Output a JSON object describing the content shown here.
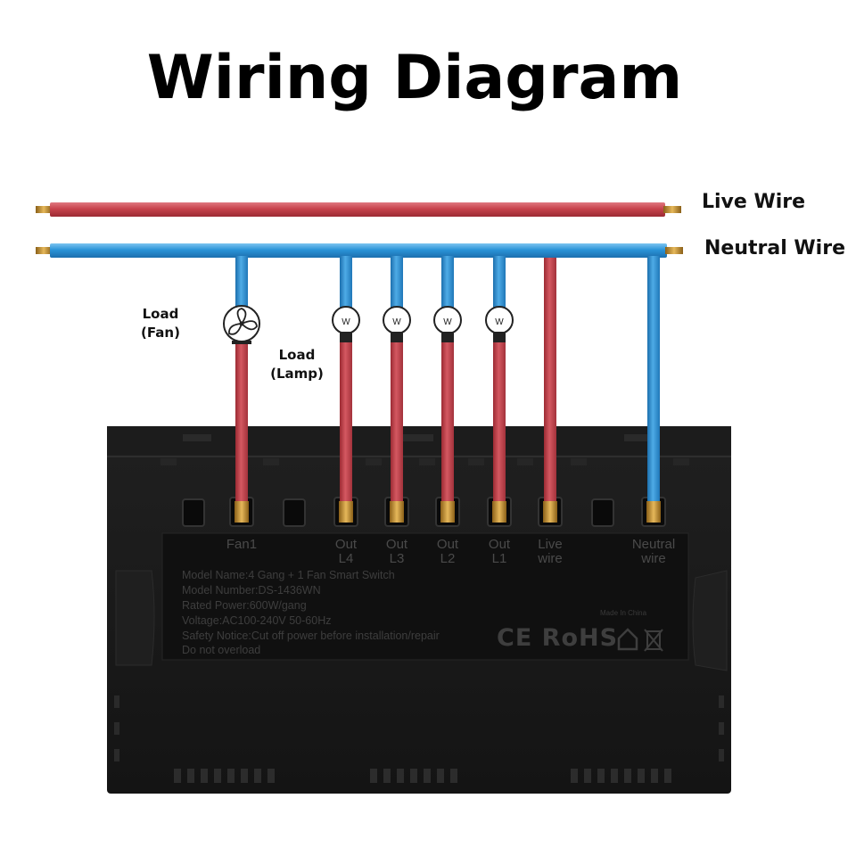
{
  "title": "Wiring Diagram",
  "wires": {
    "live_label": "Live Wire",
    "neutral_label": "Neutral Wire",
    "live_color": "#c8434d",
    "neutral_color": "#2a93d8"
  },
  "loads": {
    "fan_label_line1": "Load",
    "fan_label_line2": "(Fan)",
    "lamp_label_line1": "Load",
    "lamp_label_line2": "(Lamp)",
    "bulb_mark": "W"
  },
  "terminals": [
    {
      "line1": "Fan1",
      "line2": ""
    },
    {
      "line1": "Out",
      "line2": "L4"
    },
    {
      "line1": "Out",
      "line2": "L3"
    },
    {
      "line1": "Out",
      "line2": "L2"
    },
    {
      "line1": "Out",
      "line2": "L1"
    },
    {
      "line1": "Live",
      "line2": "wire"
    },
    {
      "line1": "Neutral",
      "line2": "wire"
    }
  ],
  "specs": {
    "model_name": "Model Name:4 Gang + 1 Fan Smart Switch",
    "model_number": "Model Number:DS-1436WN",
    "rated_power": "Rated Power:600W/gang",
    "voltage": "Voltage:AC100-240V 50-60Hz",
    "safety": "Safety Notice:Cut off power before installation/repair",
    "overload": "Do not overload"
  },
  "made_in": "Made In China",
  "certifications": "CE RoHS",
  "colors": {
    "switch_body": "#1a1a1a",
    "label_panel": "#111111",
    "brass": "#c9922e"
  }
}
